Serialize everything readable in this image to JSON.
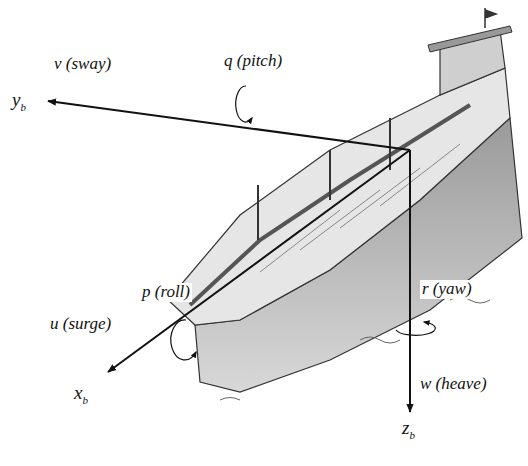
{
  "diagram": {
    "labels": [
      "v (sway)",
      "q (pitch)",
      "yb",
      "p (roll)",
      "u (surge)",
      "xb",
      "r (yaw)",
      "w (heave)",
      "zb"
    ]
  }
}
